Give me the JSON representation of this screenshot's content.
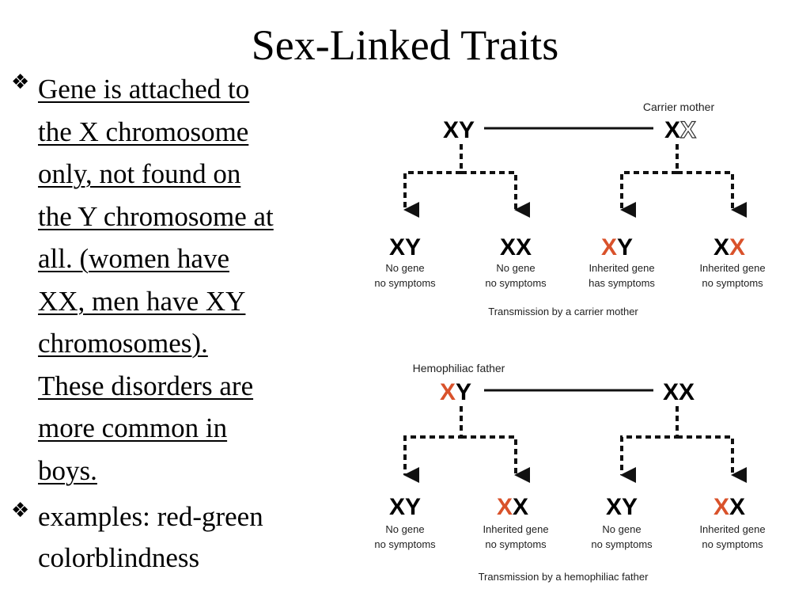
{
  "slide": {
    "title": "Sex-Linked Traits",
    "bullet1_lines": [
      "Gene is attached to",
      "the X chromosome",
      "only, not found on",
      "the Y chromosome at",
      "all. (women have",
      "XX, men have XY",
      "chromosomes).",
      "These disorders are",
      "more common in",
      "boys."
    ],
    "bullet2_lines": [
      "examples: red-green",
      "colorblindness"
    ]
  },
  "diagram": {
    "top": {
      "parent_label": "Carrier mother",
      "father": "XY",
      "mother": "XX",
      "caption": "Transmission by a carrier mother",
      "children": [
        {
          "genotype": "XY",
          "line1": "No gene",
          "line2": "no symptoms",
          "affected_x": false
        },
        {
          "genotype": "XX",
          "line1": "No gene",
          "line2": "no symptoms",
          "affected_x": false
        },
        {
          "genotype": "XY",
          "line1": "Inherited gene",
          "line2": "has symptoms",
          "affected_x": true
        },
        {
          "genotype": "XX",
          "line1": "Inherited gene",
          "line2": "no symptoms",
          "affected_x": true
        }
      ]
    },
    "bottom": {
      "parent_label": "Hemophiliac father",
      "father": "XY",
      "mother": "XX",
      "caption": "Transmission by a hemophiliac father",
      "children": [
        {
          "genotype": "XY",
          "line1": "No gene",
          "line2": "no symptoms",
          "affected_x": false
        },
        {
          "genotype": "XX",
          "line1": "Inherited gene",
          "line2": "no symptoms",
          "affected_x": true
        },
        {
          "genotype": "XY",
          "line1": "No gene",
          "line2": "no symptoms",
          "affected_x": false
        },
        {
          "genotype": "XX",
          "line1": "Inherited gene",
          "line2": "no symptoms",
          "affected_x": true
        }
      ]
    },
    "colors": {
      "affected": "#d9522b",
      "line": "#111111"
    }
  }
}
